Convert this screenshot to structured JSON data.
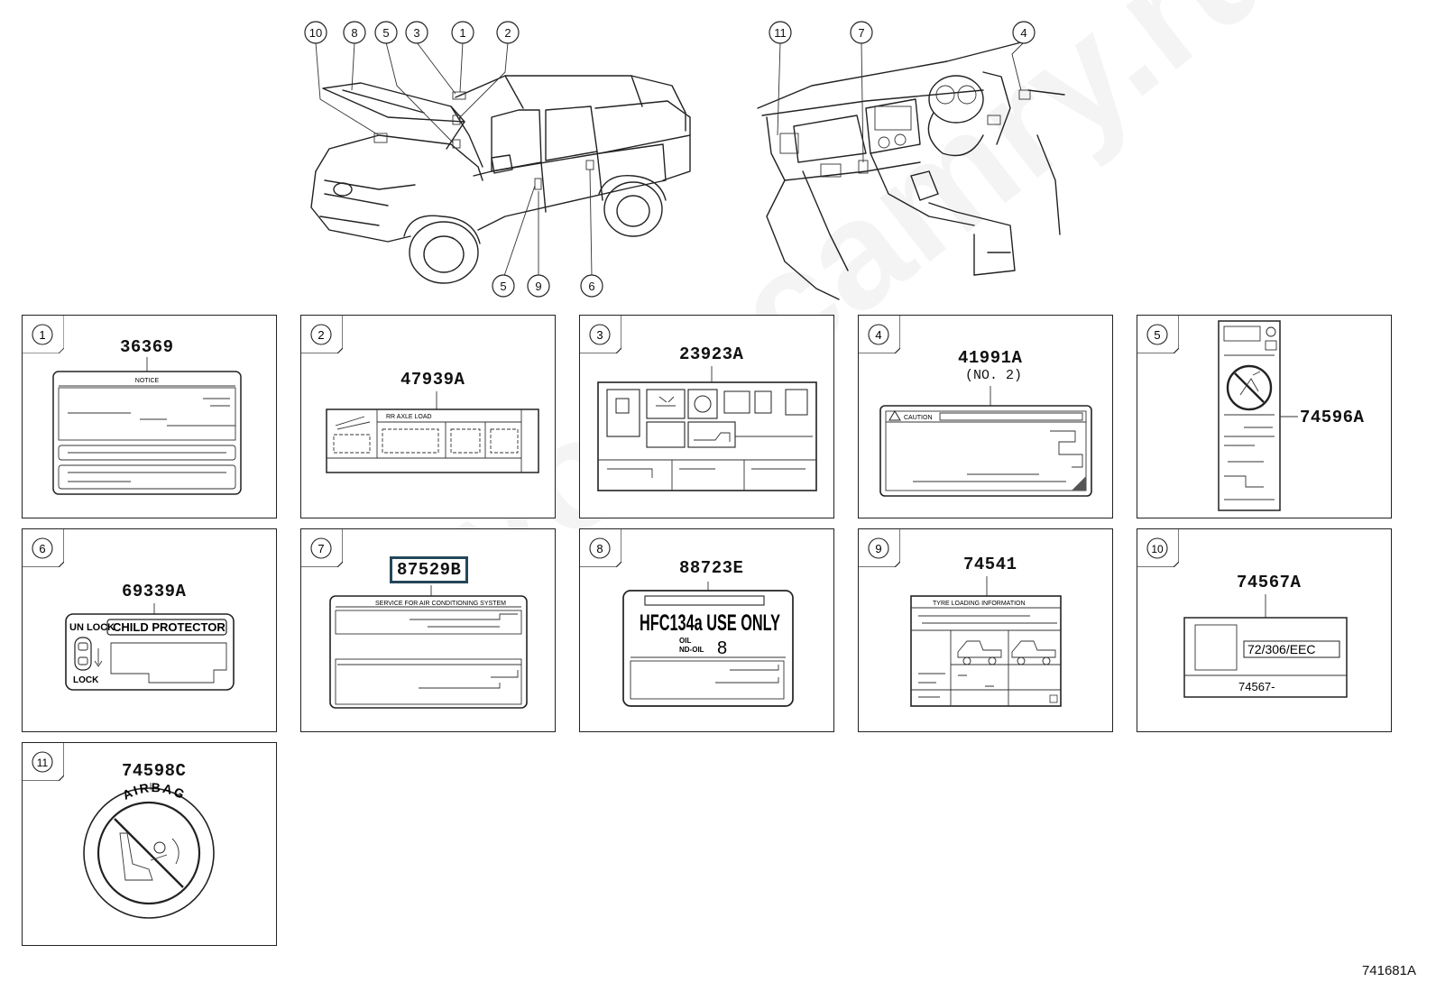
{
  "overview_callouts": {
    "exterior_top": [
      "10",
      "8",
      "5",
      "3",
      "1",
      "2"
    ],
    "exterior_bottom": [
      "5",
      "9",
      "6"
    ],
    "interior_top": [
      "11",
      "7",
      "4"
    ]
  },
  "panels": [
    {
      "number": "1",
      "part": "36369",
      "texts": [
        "NOTICE"
      ]
    },
    {
      "number": "2",
      "part": "47939A",
      "texts": [
        "RR AXLE LOAD"
      ]
    },
    {
      "number": "3",
      "part": "23923A",
      "texts": []
    },
    {
      "number": "4",
      "part": "41991A",
      "subtitle": "(NO. 2)",
      "texts": [
        "CAUTION"
      ]
    },
    {
      "number": "5",
      "part": "74596A",
      "texts": []
    },
    {
      "number": "6",
      "part": "69339A",
      "texts": [
        "UN LOCK",
        "CHILD PROTECTOR",
        "LOCK"
      ]
    },
    {
      "number": "7",
      "part": "87529B",
      "texts": [
        "SERVICE FOR AIR CONDITIONING SYSTEM"
      ]
    },
    {
      "number": "8",
      "part": "88723E",
      "texts": [
        "HFC134a USE ONLY",
        "OIL",
        "ND-OIL",
        "8"
      ]
    },
    {
      "number": "9",
      "part": "74541",
      "texts": [
        "TYRE LOADING INFORMATION"
      ]
    },
    {
      "number": "10",
      "part": "74567A",
      "texts": [
        "72/306/EEC",
        "74567-"
      ]
    },
    {
      "number": "11",
      "part": "74598C",
      "texts": [
        "AIRBAG"
      ]
    }
  ],
  "diagram_code": "741681A",
  "watermark": "toyota-camry.ru"
}
